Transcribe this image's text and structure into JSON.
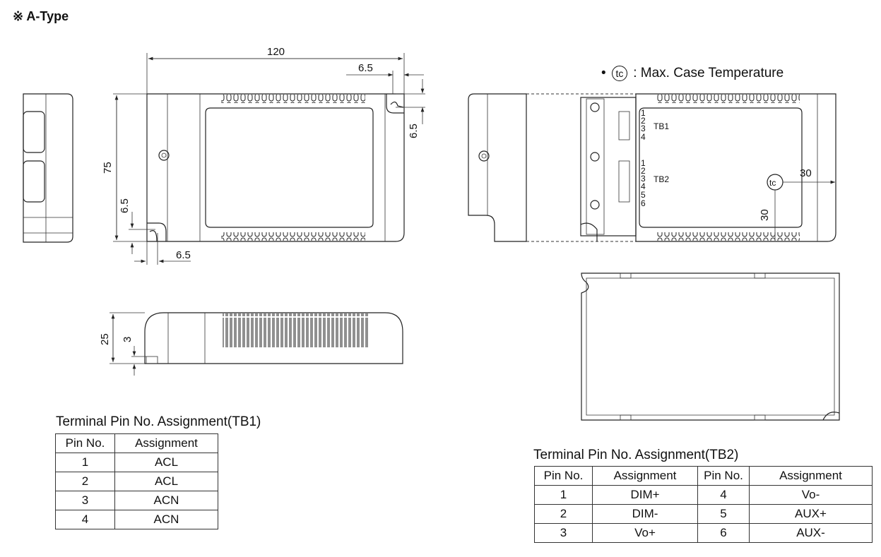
{
  "title": "※ A-Type",
  "legend": {
    "bullet": "•",
    "symbol": "tc",
    "text": ": Max. Case Temperature"
  },
  "dimensions": {
    "length": "120",
    "width": "75",
    "height": "25",
    "hole_offset_top_h": "6.5",
    "hole_offset_top_v": "6.5",
    "hole_offset_left_v": "6.5",
    "hole_offset_bottom_h": "6.5",
    "base_height": "3",
    "tc_x": "30",
    "tc_y": "30"
  },
  "terminal_labels": {
    "tb1": "TB1",
    "tb2": "TB2",
    "tb1_pins": [
      "1",
      "2",
      "3",
      "4"
    ],
    "tb2_pins": [
      "1",
      "2",
      "3",
      "4",
      "5",
      "6"
    ]
  },
  "tb1_table": {
    "title": "Terminal Pin No. Assignment(TB1)",
    "headers": [
      "Pin No.",
      "Assignment"
    ],
    "rows": [
      [
        "1",
        "ACL"
      ],
      [
        "2",
        "ACL"
      ],
      [
        "3",
        "ACN"
      ],
      [
        "4",
        "ACN"
      ]
    ]
  },
  "tb2_table": {
    "title": "Terminal Pin No. Assignment(TB2)",
    "headers": [
      "Pin No.",
      "Assignment",
      "Pin No.",
      "Assignment"
    ],
    "rows": [
      [
        "1",
        "DIM+",
        "4",
        "Vo-"
      ],
      [
        "2",
        "DIM-",
        "5",
        "AUX+"
      ],
      [
        "3",
        "Vo+",
        "6",
        "AUX-"
      ]
    ]
  }
}
